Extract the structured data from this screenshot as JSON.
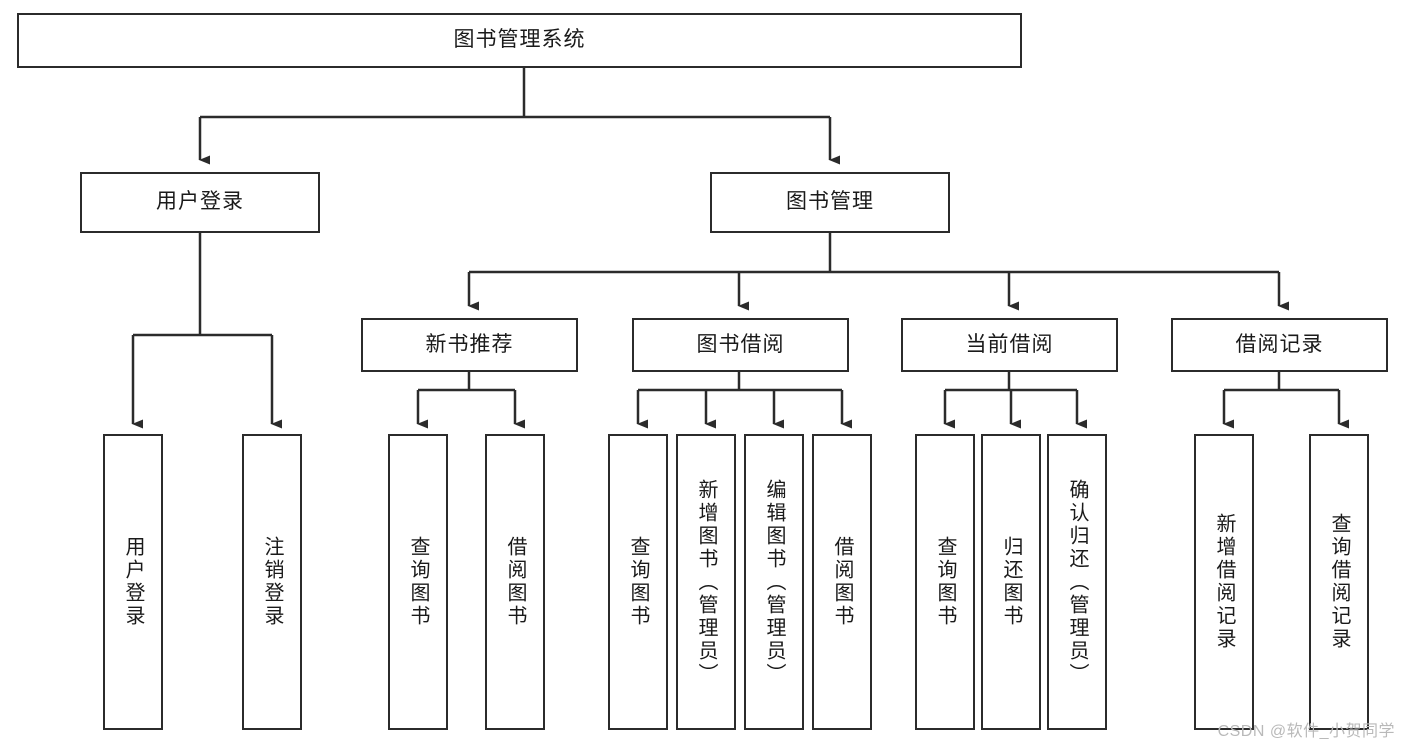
{
  "diagram": {
    "title": "图书管理系统",
    "type": "hierarchy-tree",
    "background_color": "#ffffff",
    "line_color": "#2b2b2b",
    "text_color": "#1a1a1a",
    "levels": 4,
    "root": {
      "label": "图书管理系统",
      "orientation": "horizontal"
    },
    "level1": [
      {
        "label": "用户登录",
        "orientation": "horizontal"
      },
      {
        "label": "图书管理",
        "orientation": "horizontal"
      }
    ],
    "level2": [
      {
        "label": "新书推荐",
        "orientation": "horizontal"
      },
      {
        "label": "图书借阅",
        "orientation": "horizontal"
      },
      {
        "label": "当前借阅",
        "orientation": "horizontal"
      },
      {
        "label": "借阅记录",
        "orientation": "horizontal"
      }
    ],
    "leaves": {
      "user_login": [
        {
          "label": "用户登录",
          "orientation": "vertical"
        },
        {
          "label": "注销登录",
          "orientation": "vertical"
        }
      ],
      "new_book_recommend": [
        {
          "label": "查询图书",
          "orientation": "vertical"
        },
        {
          "label": "借阅图书",
          "orientation": "vertical"
        }
      ],
      "book_borrow": [
        {
          "label": "查询图书",
          "orientation": "vertical"
        },
        {
          "label": "新增图书（管理员）",
          "orientation": "vertical"
        },
        {
          "label": "编辑图书（管理员）",
          "orientation": "vertical"
        },
        {
          "label": "借阅图书",
          "orientation": "vertical"
        }
      ],
      "current_borrow": [
        {
          "label": "查询图书",
          "orientation": "vertical"
        },
        {
          "label": "归还图书",
          "orientation": "vertical"
        },
        {
          "label": "确认归还（管理员）",
          "orientation": "vertical"
        }
      ],
      "borrow_records": [
        {
          "label": "新增借阅记录",
          "orientation": "vertical"
        },
        {
          "label": "查询借阅记录",
          "orientation": "vertical"
        }
      ]
    }
  },
  "watermark": {
    "text": "CSDN @软件_小贺同学"
  }
}
